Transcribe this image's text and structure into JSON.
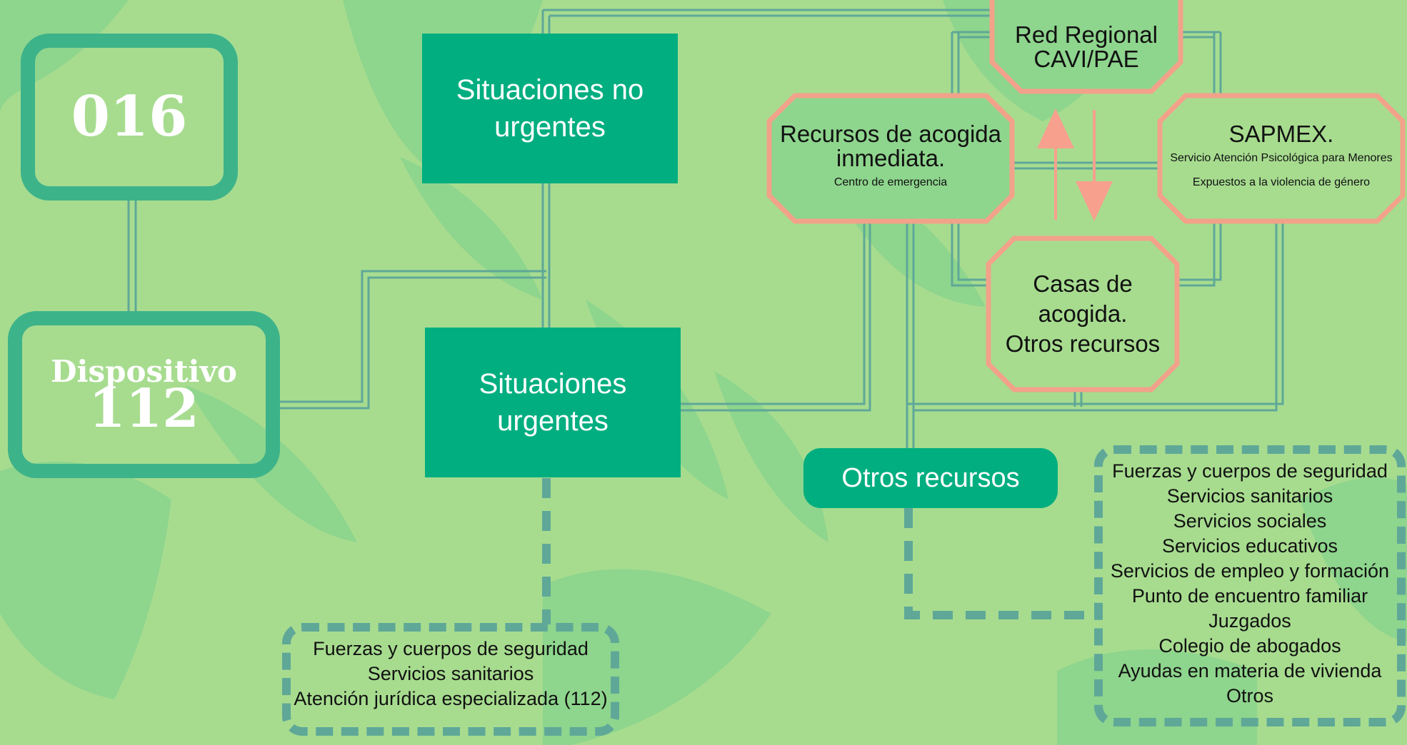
{
  "colors": {
    "background": "#a7dc8f",
    "leaf_shape": "#8ed58d",
    "accent_green": "#00ae80",
    "outline_green": "#3db38a",
    "connector": "#5fa898",
    "octagon_border": "#f2a28a",
    "arrow": "#f7a08e"
  },
  "nodes": {
    "n016": {
      "label": "016"
    },
    "n112": {
      "line1": "Dispositivo",
      "line2": "112"
    },
    "no_urgentes": {
      "line1": "Situaciones no",
      "line2": "urgentes"
    },
    "urgentes": {
      "line1": "Situaciones",
      "line2": "urgentes"
    },
    "red_regional": {
      "line1": "Red Regional",
      "line2": "CAVI/PAE"
    },
    "acogida_inmediata": {
      "line1": "Recursos de acogida",
      "line2": "inmediata.",
      "sub": "Centro de emergencia"
    },
    "sapmex": {
      "title": "SAPMEX.",
      "sub1": "Servicio Atención Psicológica para Menores",
      "sub2": "Expuestos a la violencia de género"
    },
    "casas_acogida": {
      "line1": "Casas de acogida.",
      "line2": "Otros recursos"
    },
    "otros_recursos": {
      "label": "Otros recursos"
    }
  },
  "urgent_list": [
    "Fuerzas y cuerpos de seguridad",
    "Servicios sanitarios",
    "Atención jurídica especializada (112)"
  ],
  "otros_list": [
    "Fuerzas y cuerpos de seguridad",
    "Servicios sanitarios",
    "Servicios sociales",
    "Servicios educativos",
    "Servicios de empleo y formación",
    "Punto de encuentro familiar",
    "Juzgados",
    "Colegio de abogados",
    "Ayudas en materia de vivienda",
    "Otros"
  ]
}
